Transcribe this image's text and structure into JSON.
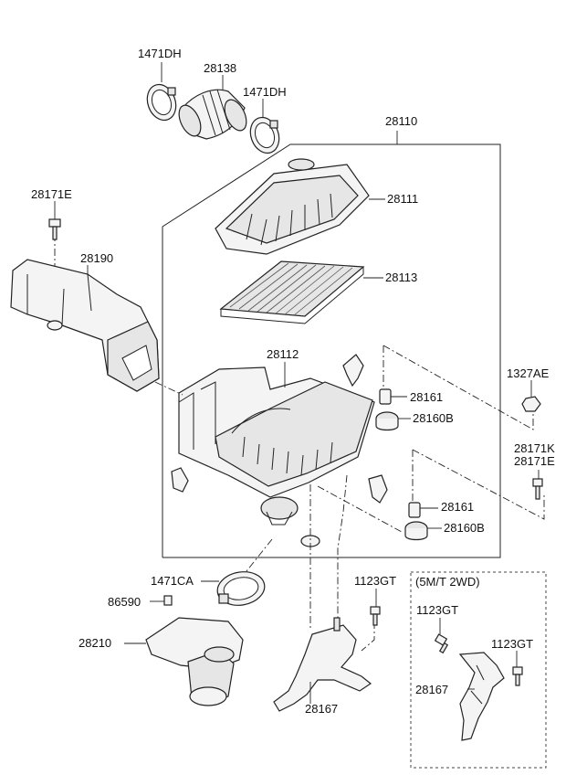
{
  "labels": {
    "p1471dh_a": "1471DH",
    "p28138": "28138",
    "p1471dh_b": "1471DH",
    "p28110": "28110",
    "p28171e_a": "28171E",
    "p28111": "28111",
    "p28190": "28190",
    "p28113": "28113",
    "p28112": "28112",
    "p1327ae": "1327AE",
    "p28161_a": "28161",
    "p28160b_a": "28160B",
    "p28171k": "28171K",
    "p28171e_b": "28171E",
    "p28161_b": "28161",
    "p28160b_b": "28160B",
    "p1471ca": "1471CA",
    "p1123gt_a": "1123GT",
    "variant_title": "(5M/T 2WD)",
    "p86590": "86590",
    "p1123gt_b": "1123GT",
    "p1123gt_c": "1123GT",
    "p28210": "28210",
    "p28167_a": "28167",
    "p28167_b": "28167"
  }
}
